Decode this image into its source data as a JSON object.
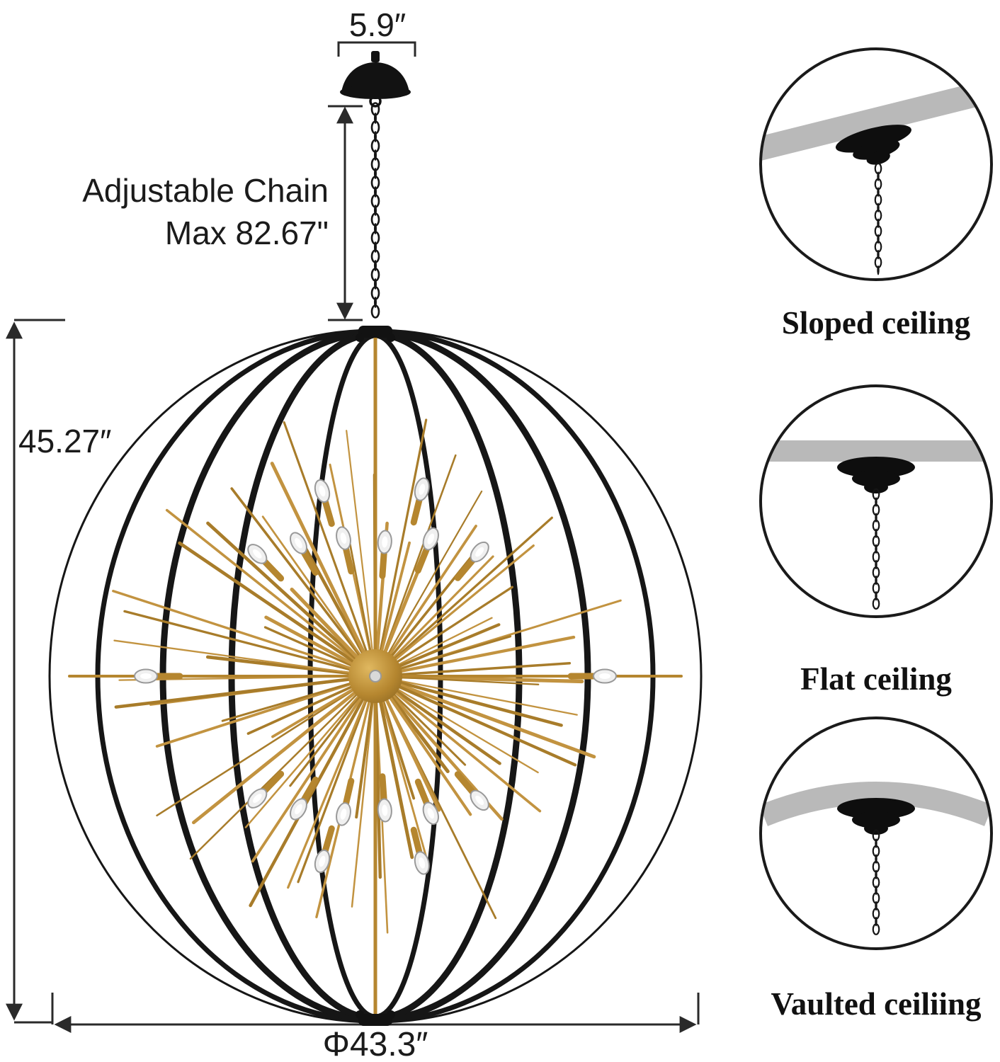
{
  "dimensions": {
    "canopy_width": "5.9″",
    "chain_line1": "Adjustable Chain",
    "chain_line2": "Max 82.67\"",
    "height": "45.27″",
    "diameter": "Φ43.3″"
  },
  "insets": [
    {
      "label": "Sloped ceiling"
    },
    {
      "label": "Flat ceiling"
    },
    {
      "label": "Vaulted ceiliing"
    }
  ],
  "colors": {
    "gold": "#b5862f",
    "gold_light": "#c29340",
    "gold_dark": "#a87c2a",
    "black": "#141414",
    "ceiling_gray": "#b9b9b9",
    "dimension_line": "#2a2a2a"
  }
}
